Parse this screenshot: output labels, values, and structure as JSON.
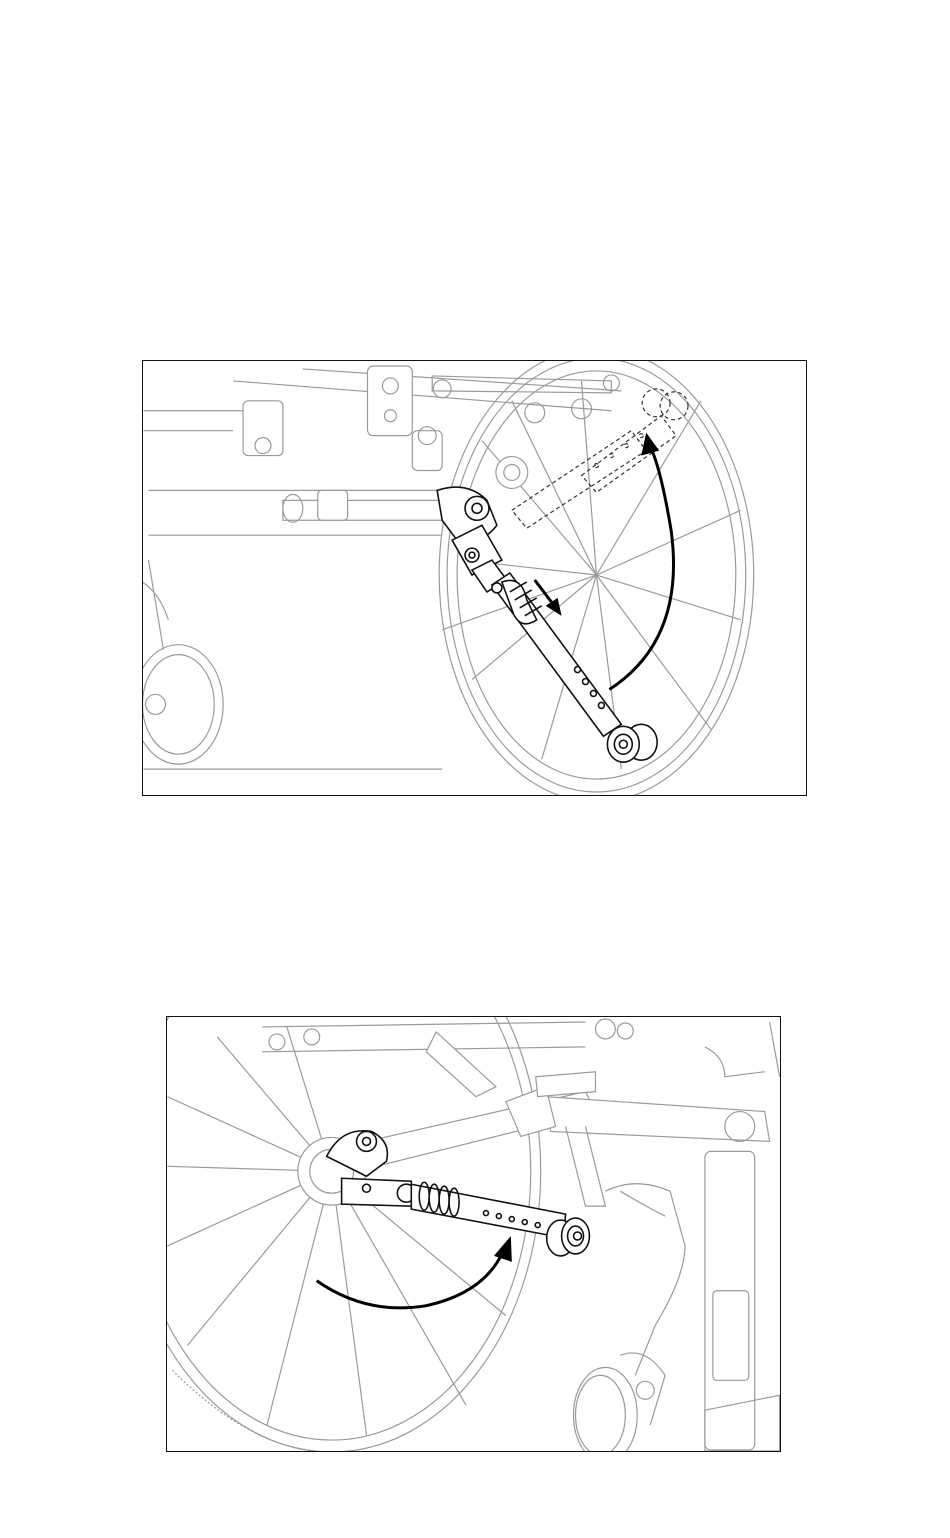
{
  "figures": [
    {
      "id": "figure-1",
      "description_visible_text": "",
      "arrows": [
        "pull-out-arrow",
        "swing-up-arc-arrow"
      ]
    },
    {
      "id": "figure-2",
      "description_visible_text": "",
      "arrows": [
        "swing-arc-arrow"
      ]
    }
  ],
  "colors": {
    "line_art_faint": "#9a9a9a",
    "line_art_dark": "#111111",
    "arrow": "#000000",
    "frame": "#111111"
  }
}
